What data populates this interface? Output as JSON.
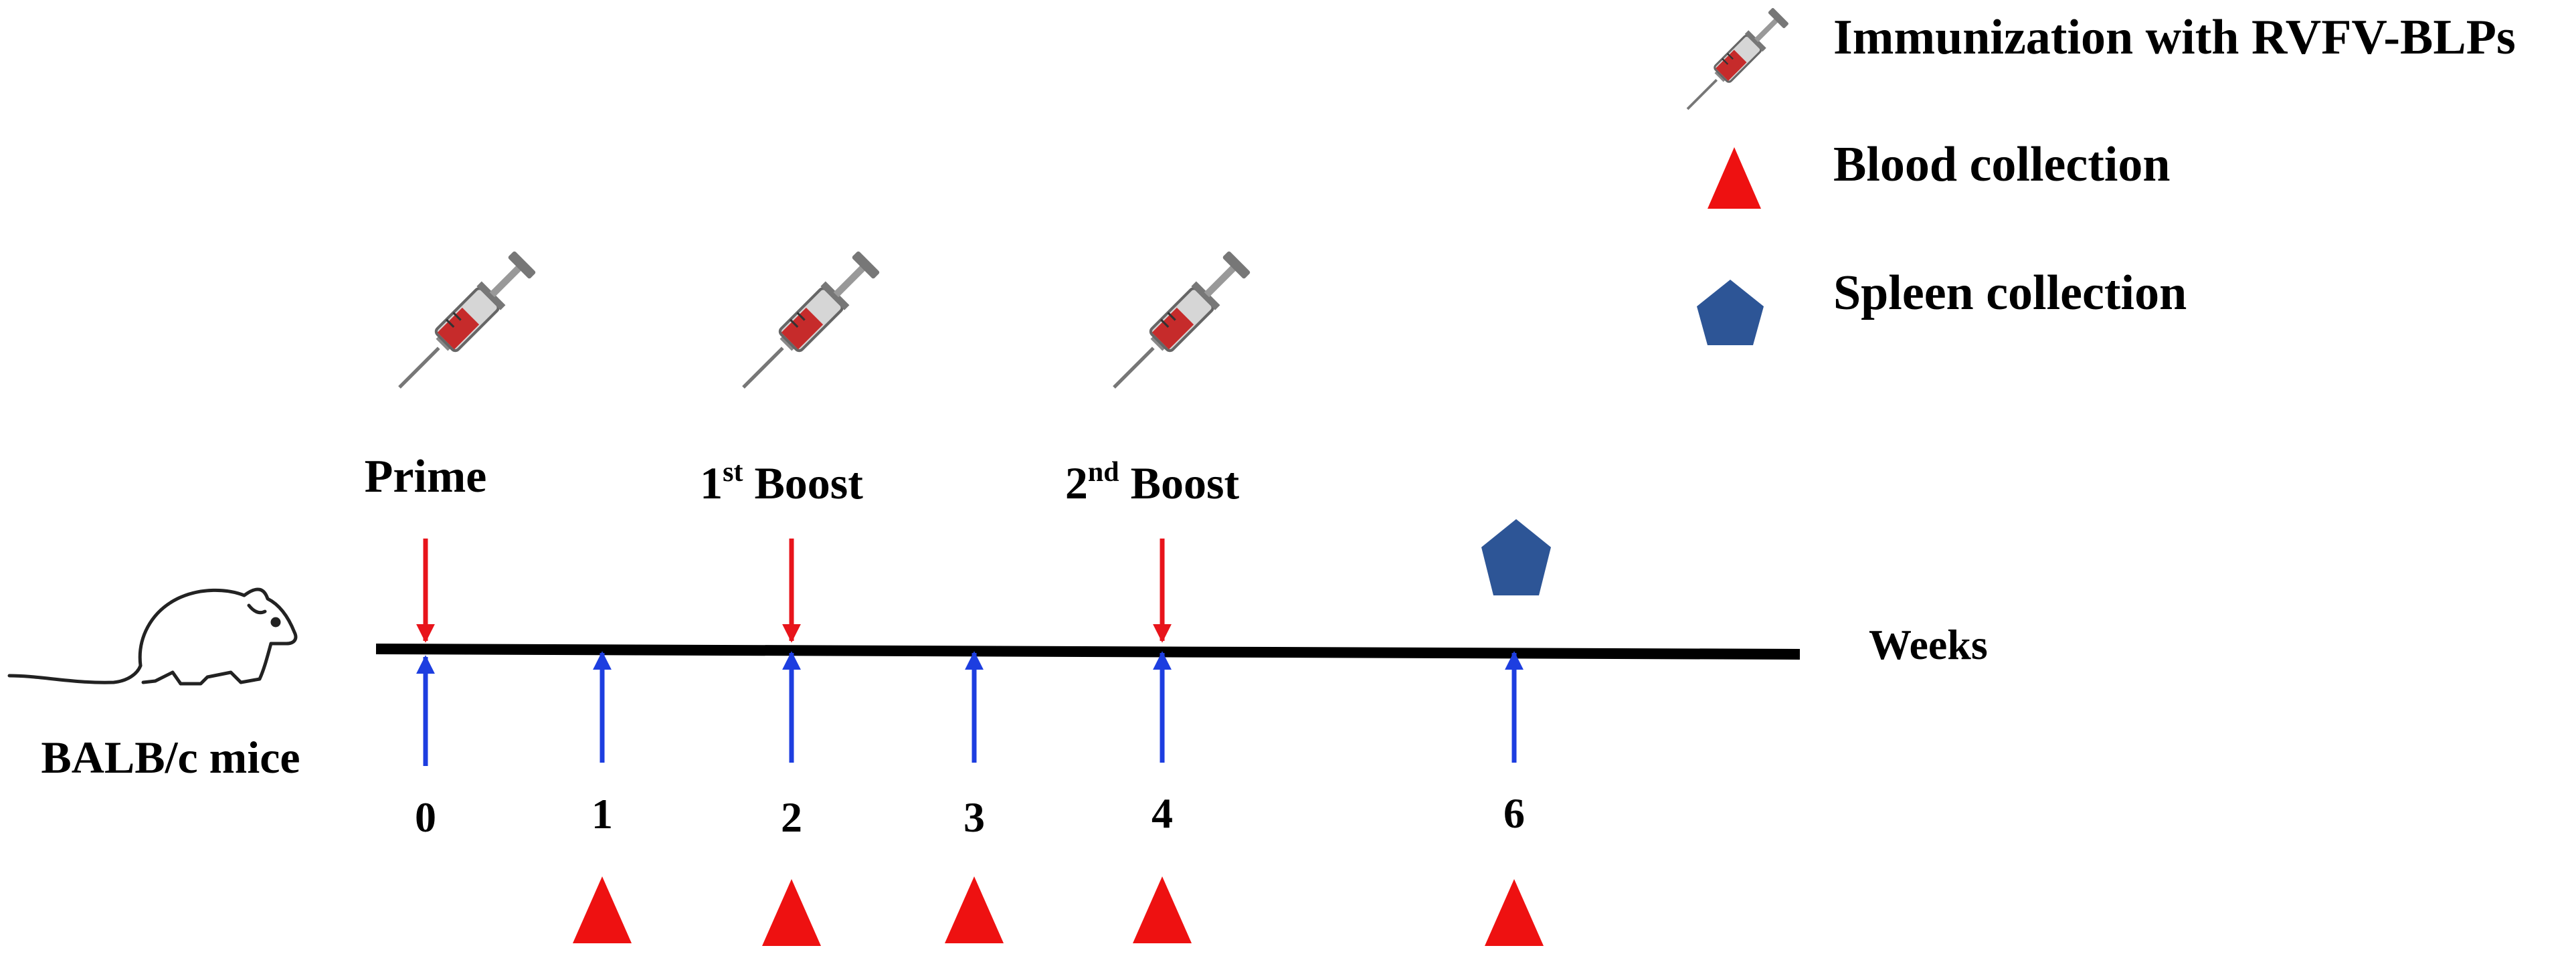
{
  "legend": {
    "items": [
      {
        "icon": "syringe-icon",
        "label": "Immunization with RVFV-BLPs"
      },
      {
        "icon": "red-triangle-icon",
        "label": "Blood collection"
      },
      {
        "icon": "blue-pentagon-icon",
        "label": "Spleen collection"
      }
    ]
  },
  "events": {
    "prime": {
      "label": "Prime",
      "week": 0
    },
    "boost1": {
      "num": "1",
      "sup": "st",
      "word": " Boost",
      "week": 2
    },
    "boost2": {
      "num": "2",
      "sup": "nd",
      "word": " Boost",
      "week": 4
    }
  },
  "subject": {
    "label": "BALB/c mice",
    "icon": "mouse-icon"
  },
  "timeline": {
    "axis_label": "Weeks",
    "ticks": [
      "0",
      "1",
      "2",
      "3",
      "4",
      "6"
    ]
  },
  "colors": {
    "immunization_arrow": "#e8141b",
    "sampling_arrow": "#1d3ee0",
    "blood_triangle": "#ee1111",
    "spleen_pentagon": "#2d5596",
    "syringe_barrel": "#c62b2b"
  }
}
